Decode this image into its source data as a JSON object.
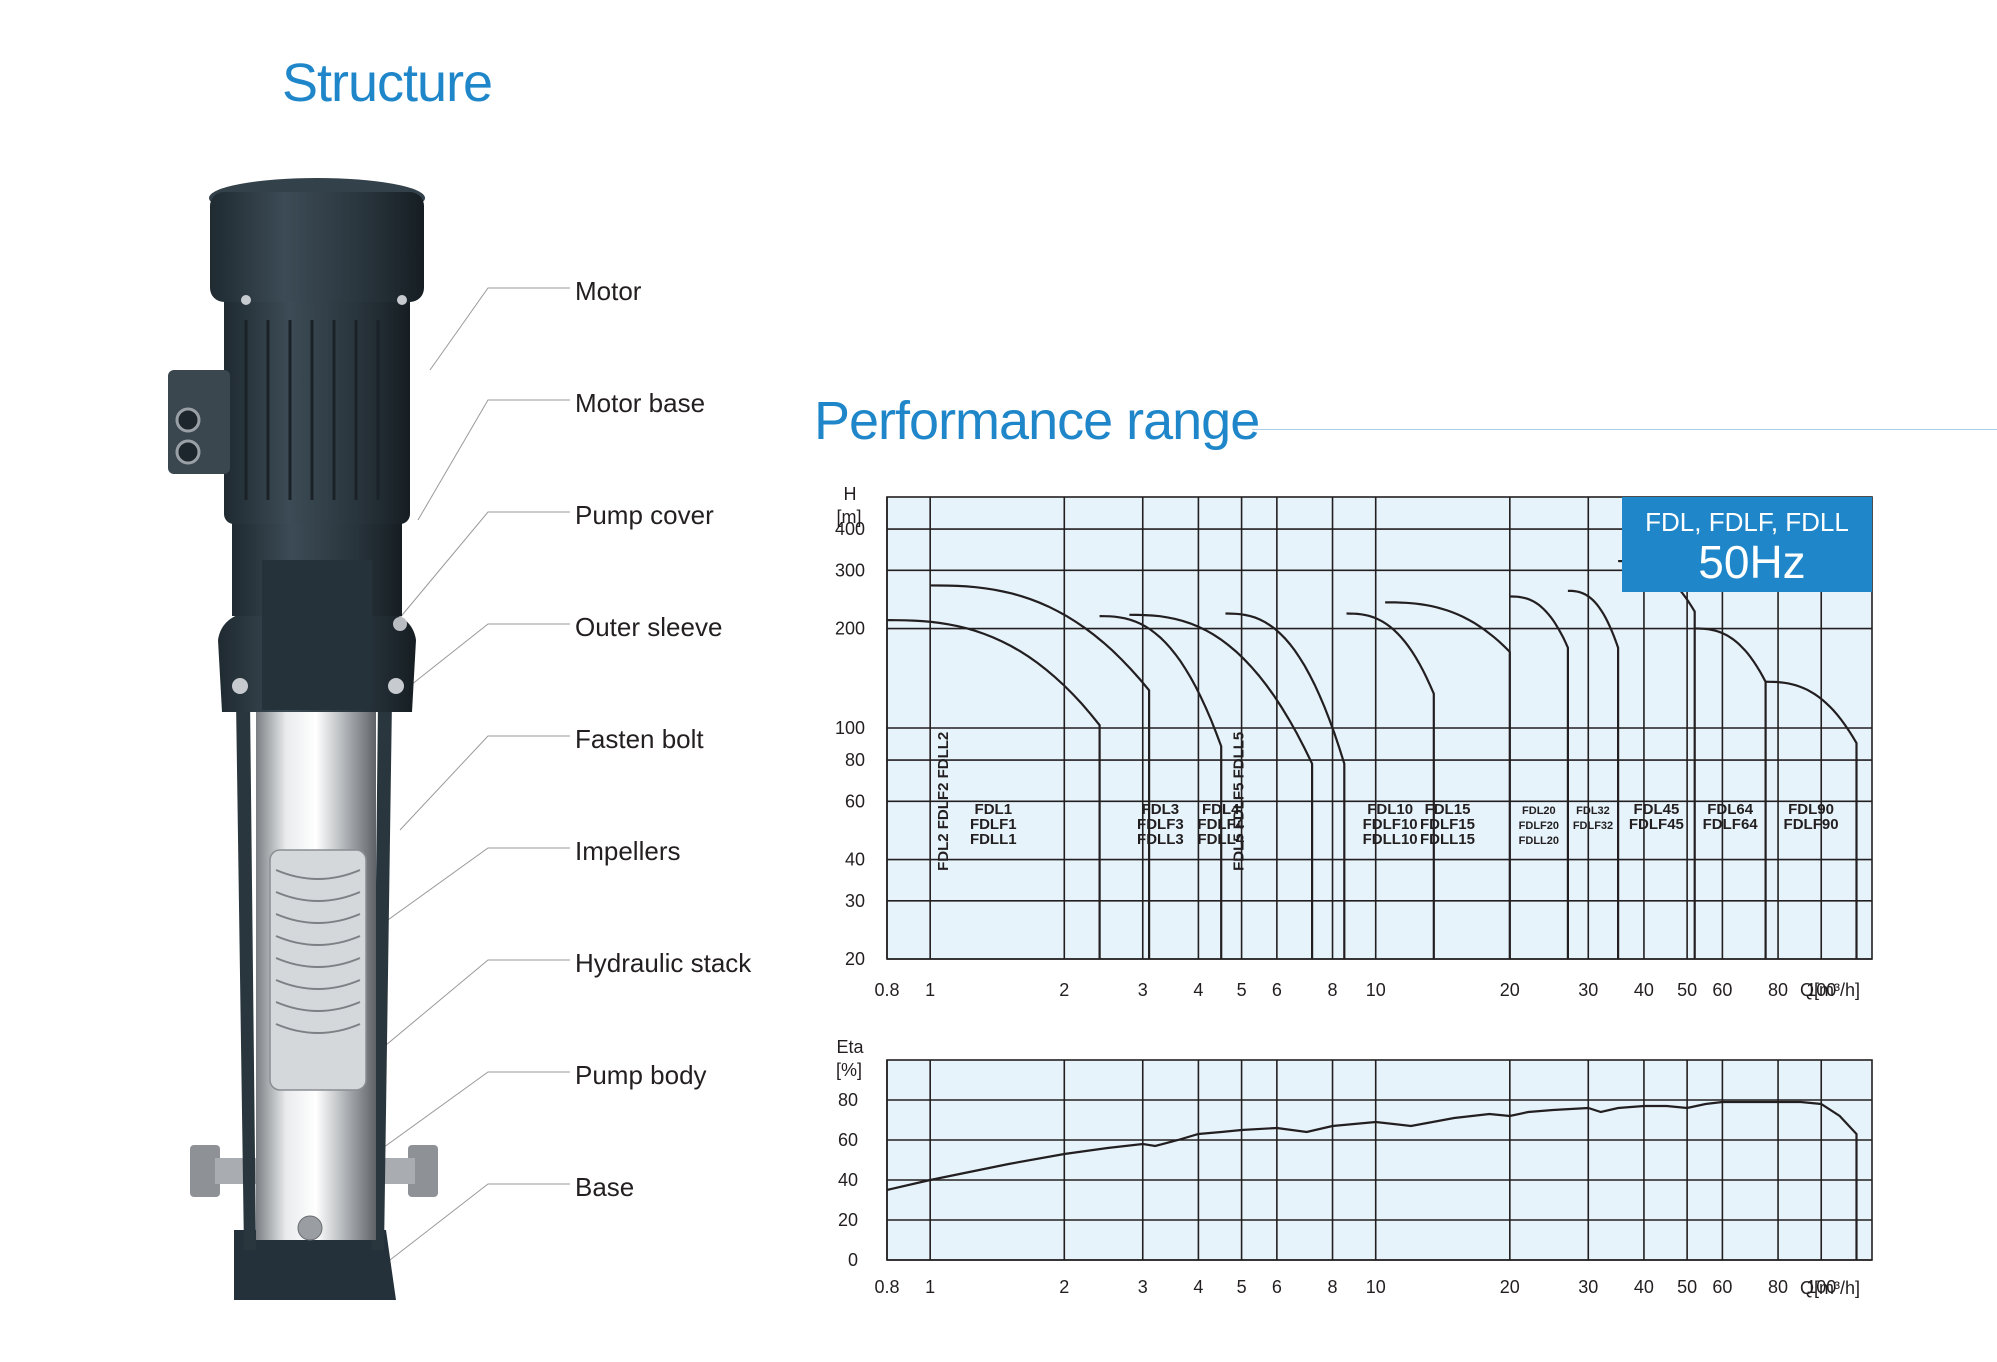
{
  "titles": {
    "structure": "Structure",
    "performance": "Performance range"
  },
  "structure_labels": [
    "Motor",
    "Motor base",
    "Pump cover",
    "Outer sleeve",
    "Fasten bolt",
    "Impellers",
    "Hydraulic stack",
    "Pump body",
    "Base"
  ],
  "colors": {
    "title_blue": "#1f87c9",
    "plot_bg": "#e6f3fb",
    "badge_blue": "#1f87c9",
    "motor_dark": "#2e3c45",
    "steel": "#c9cdd1"
  },
  "chart_data": [
    {
      "type": "line",
      "xscale": "log",
      "yscale": "log",
      "xlim": [
        0.8,
        130
      ],
      "ylim": [
        20,
        500
      ],
      "ylabel_top": "H",
      "ylabel_unit": "[m]",
      "xlabel": "Q[m³/h]",
      "x_ticks": [
        0.8,
        1,
        2,
        3,
        4,
        5,
        6,
        8,
        10,
        20,
        30,
        40,
        50,
        60,
        80,
        100
      ],
      "x_tick_labels": [
        "0.8",
        "1",
        "2",
        "3",
        "4",
        "5",
        "6",
        "8",
        "10",
        "20",
        "30",
        "40",
        "50",
        "60",
        "80",
        "100"
      ],
      "y_ticks": [
        20,
        30,
        40,
        60,
        80,
        100,
        200,
        300,
        400
      ],
      "y_tick_labels": [
        "20",
        "30",
        "40",
        "60",
        "80",
        "100",
        "200",
        "300",
        "400"
      ],
      "badge": {
        "models": "FDL, FDLF, FDLL",
        "frequency": "50Hz"
      },
      "grid": true,
      "ranges": [
        {
          "labels": [
            "FDL1",
            "FDLF1",
            "FDLL1"
          ],
          "qmin": 0.8,
          "qmax": 2.4,
          "hmax": 212,
          "hend": 102
        },
        {
          "labels": [
            "FDL2 FDLF2 FDLL2"
          ],
          "vertical": true,
          "qmin": 1,
          "qmax": 3.1,
          "hmax": 270,
          "hend": 130
        },
        {
          "labels": [
            "FDL3",
            "FDLF3",
            "FDLL3"
          ],
          "qmin": 2.4,
          "qmax": 4.5,
          "hmax": 218,
          "hend": 88
        },
        {
          "labels": [
            "FDL4",
            "FDLF4",
            "FDLL4"
          ],
          "qmin": 2.8,
          "qmax": 7.2,
          "hmax": 220,
          "hend": 78
        },
        {
          "labels": [
            "FDL5 FDLF5 FDLL5"
          ],
          "vertical": true,
          "qmin": 4.6,
          "qmax": 8.5,
          "hmax": 222,
          "hend": 78
        },
        {
          "labels": [
            "FDL10",
            "FDLF10",
            "FDLL10"
          ],
          "qmin": 8.6,
          "qmax": 13.5,
          "hmax": 222,
          "hend": 127
        },
        {
          "labels": [
            "FDL15",
            "FDLF15",
            "FDLL15"
          ],
          "qmin": 10.5,
          "qmax": 20,
          "hmax": 240,
          "hend": 170
        },
        {
          "labels": [
            "FDL20",
            "FDLF20",
            "FDLL20"
          ],
          "small": true,
          "qmin": 20,
          "qmax": 27,
          "hmax": 250,
          "hend": 175
        },
        {
          "labels": [
            "FDL32",
            "FDLF32"
          ],
          "small": true,
          "qmin": 27,
          "qmax": 35,
          "hmax": 260,
          "hend": 175
        },
        {
          "labels": [
            "FDL45",
            "FDLF45"
          ],
          "qmin": 35,
          "qmax": 52,
          "hmax": 320,
          "hend": 225
        },
        {
          "labels": [
            "FDL64",
            "FDLF64"
          ],
          "qmin": 52,
          "qmax": 75,
          "hmax": 200,
          "hend": 138
        },
        {
          "labels": [
            "FDL90",
            "FDLF90"
          ],
          "qmin": 75,
          "qmax": 120,
          "hmax": 138,
          "hend": 90
        }
      ]
    },
    {
      "type": "line",
      "xscale": "log",
      "xlim": [
        0.8,
        130
      ],
      "ylim": [
        0,
        100
      ],
      "ylabel_top": "Eta",
      "ylabel_unit": "[%]",
      "xlabel": "Q[m³/h]",
      "x_ticks": [
        0.8,
        1,
        2,
        3,
        4,
        5,
        6,
        8,
        10,
        20,
        30,
        40,
        50,
        60,
        80,
        100
      ],
      "x_tick_labels": [
        "0.8",
        "1",
        "2",
        "3",
        "4",
        "5",
        "6",
        "8",
        "10",
        "20",
        "30",
        "40",
        "50",
        "60",
        "80",
        "100"
      ],
      "y_ticks": [
        0,
        20,
        40,
        60,
        80
      ],
      "y_tick_labels": [
        "0",
        "20",
        "40",
        "60",
        "80"
      ],
      "grid": true,
      "x": [
        0.8,
        1,
        1.5,
        2,
        2.5,
        3,
        3.2,
        3.6,
        4,
        4.5,
        5,
        6,
        7,
        8,
        10,
        12,
        15,
        18,
        20,
        22,
        25,
        30,
        32,
        35,
        40,
        45,
        50,
        55,
        60,
        70,
        80,
        90,
        100,
        110,
        120
      ],
      "y": [
        35,
        40,
        48,
        53,
        56,
        58,
        57,
        60,
        63,
        64,
        65,
        66,
        64,
        67,
        69,
        67,
        71,
        73,
        72,
        74,
        75,
        76,
        74,
        76,
        77,
        77,
        76,
        78,
        79,
        79,
        79,
        79,
        78,
        72,
        63
      ]
    }
  ]
}
